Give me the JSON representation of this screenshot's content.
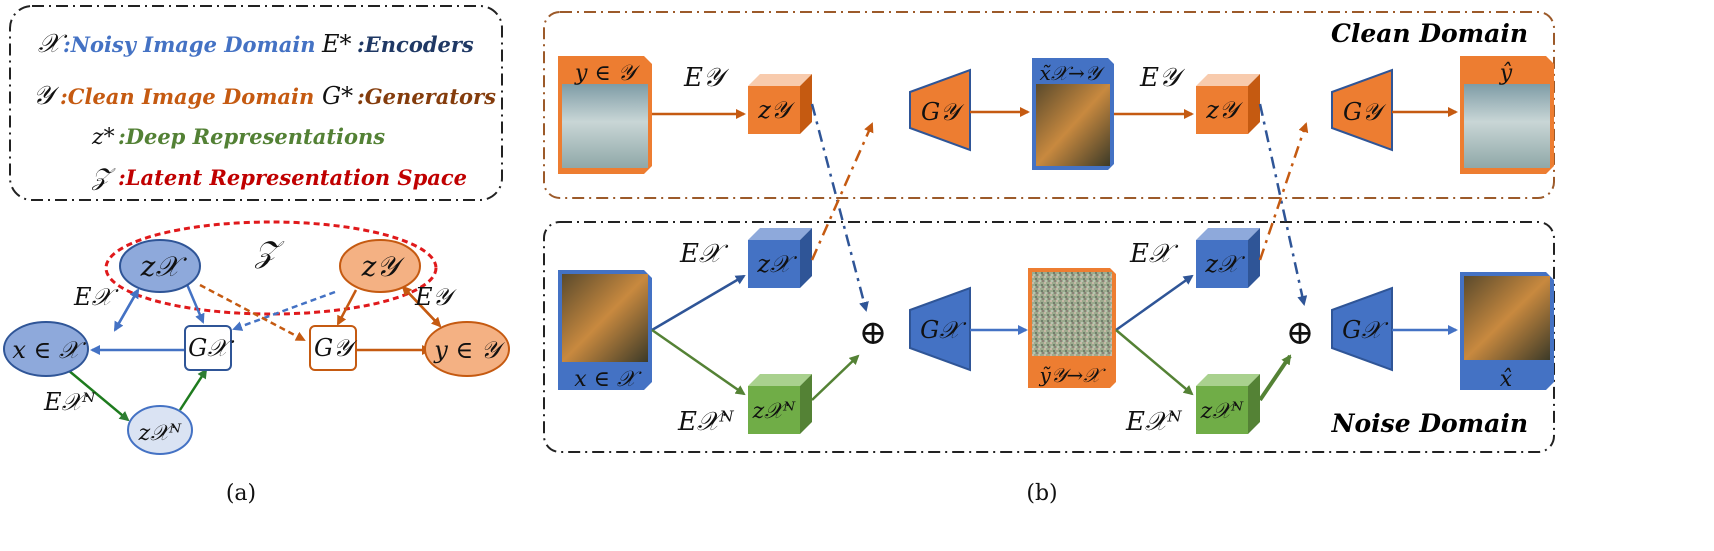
{
  "legend": {
    "noisy_symbol": "𝒳",
    "noisy_text": ":Noisy Image Domain",
    "encoder_symbol": "E*",
    "encoder_text": ":Encoders",
    "clean_symbol": "𝒴",
    "clean_text": ":Clean Image Domain",
    "generator_symbol": "G*",
    "generator_text": ":Generators",
    "deep_symbol": "z*",
    "deep_text": ":Deep Representations",
    "latent_symbol": "𝒵",
    "latent_text": ":Latent Representation Space"
  },
  "panel_a": {
    "latent_label": "𝒵",
    "zx": "z𝒳",
    "zy": "z𝒴",
    "x_node": "x ∈ 𝒳",
    "y_node": "y ∈ 𝒴",
    "gx": "G𝒳",
    "gy": "G𝒴",
    "zxn": "z𝒳ᴺ",
    "ex": "E𝒳",
    "ey": "E𝒴",
    "exn": "E𝒳ᴺ",
    "caption": "(a)"
  },
  "panel_b": {
    "clean_domain": "Clean Domain",
    "noise_domain": "Noise Domain",
    "y_in": "y ∈ 𝒴",
    "x_in": "x ∈ 𝒳",
    "ey": "E𝒴",
    "ex": "E𝒳",
    "exn": "E𝒳ᴺ",
    "zy": "z𝒴",
    "zx": "z𝒳",
    "zxn": "z𝒳ᴺ",
    "gy": "G𝒴",
    "gx": "G𝒳",
    "x_tilde": "x̃𝒳→𝒴",
    "y_tilde": "ỹ𝒴→𝒳",
    "y_hat": "ŷ",
    "x_hat": "x̂",
    "oplus": "⊕",
    "caption": "(b)"
  },
  "colors": {
    "blue": "#4472C4",
    "blue_dark": "#2F5597",
    "blue_light": "#DAE3F3",
    "orange": "#ED7D31",
    "orange_dark": "#C55A11",
    "green": "#70AD47",
    "green_dark": "#2E7D32",
    "red": "#C00000",
    "legend_blue": "#4472C4",
    "legend_orange": "#C55A11",
    "legend_brown": "#843C0C",
    "legend_green": "#538135",
    "legend_red": "#C00000"
  }
}
